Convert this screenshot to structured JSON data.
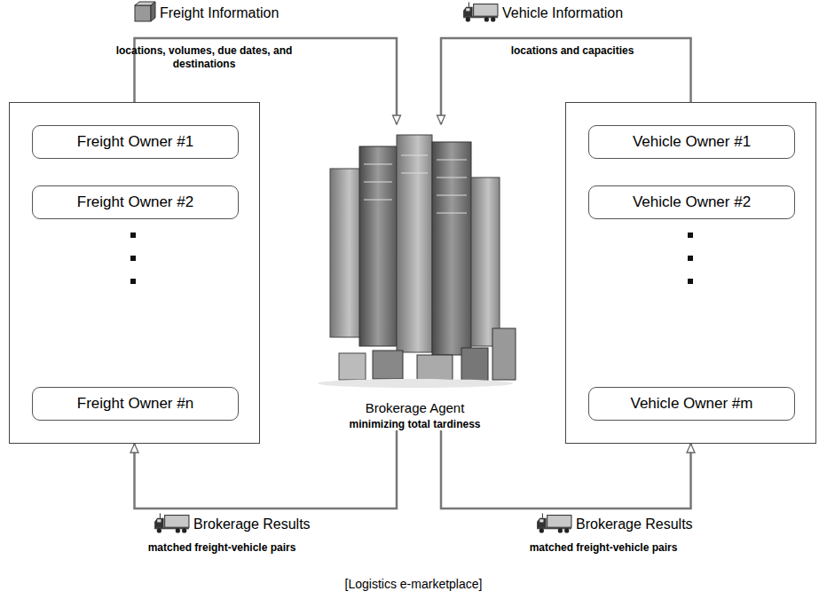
{
  "diagram": {
    "caption": "[Logistics e-marketplace]",
    "nodes": [
      {
        "text": []
      },
      {
        "text": [
          "Freight Owner #1"
        ],
        "in": 0
      },
      {
        "text": [
          "Freight Owner #2"
        ],
        "in": 0
      },
      {
        "text": [
          "Freight Owner #n"
        ],
        "in": 0
      },
      {
        "text": [
          "Brokerage Agent",
          "minimizing total tardiness"
        ]
      },
      {
        "text": []
      },
      {
        "text": [
          "Vehicle Owner #1"
        ],
        "in": 5
      },
      {
        "text": [
          "Vehicle Owner #2"
        ],
        "in": 5
      },
      {
        "text": [
          "Vehicle Owner #m"
        ],
        "in": 5
      }
    ],
    "edges": [
      {
        "from": 0,
        "to": 4,
        "arrow": "to",
        "label": "Freight Information"
      },
      {
        "from": 5,
        "to": 4,
        "arrow": "to",
        "label": "Vehicle Information"
      },
      {
        "from": 4,
        "to": 0,
        "arrow": "to",
        "label": "Brokerage Results"
      },
      {
        "from": 4,
        "to": 5,
        "arrow": "to",
        "label": "Brokerage Results"
      }
    ],
    "labels": [
      "locations, volumes, due dates, and destinations",
      "locations and capacities",
      "matched freight-vehicle pairs",
      "matched freight-vehicle pairs"
    ]
  }
}
